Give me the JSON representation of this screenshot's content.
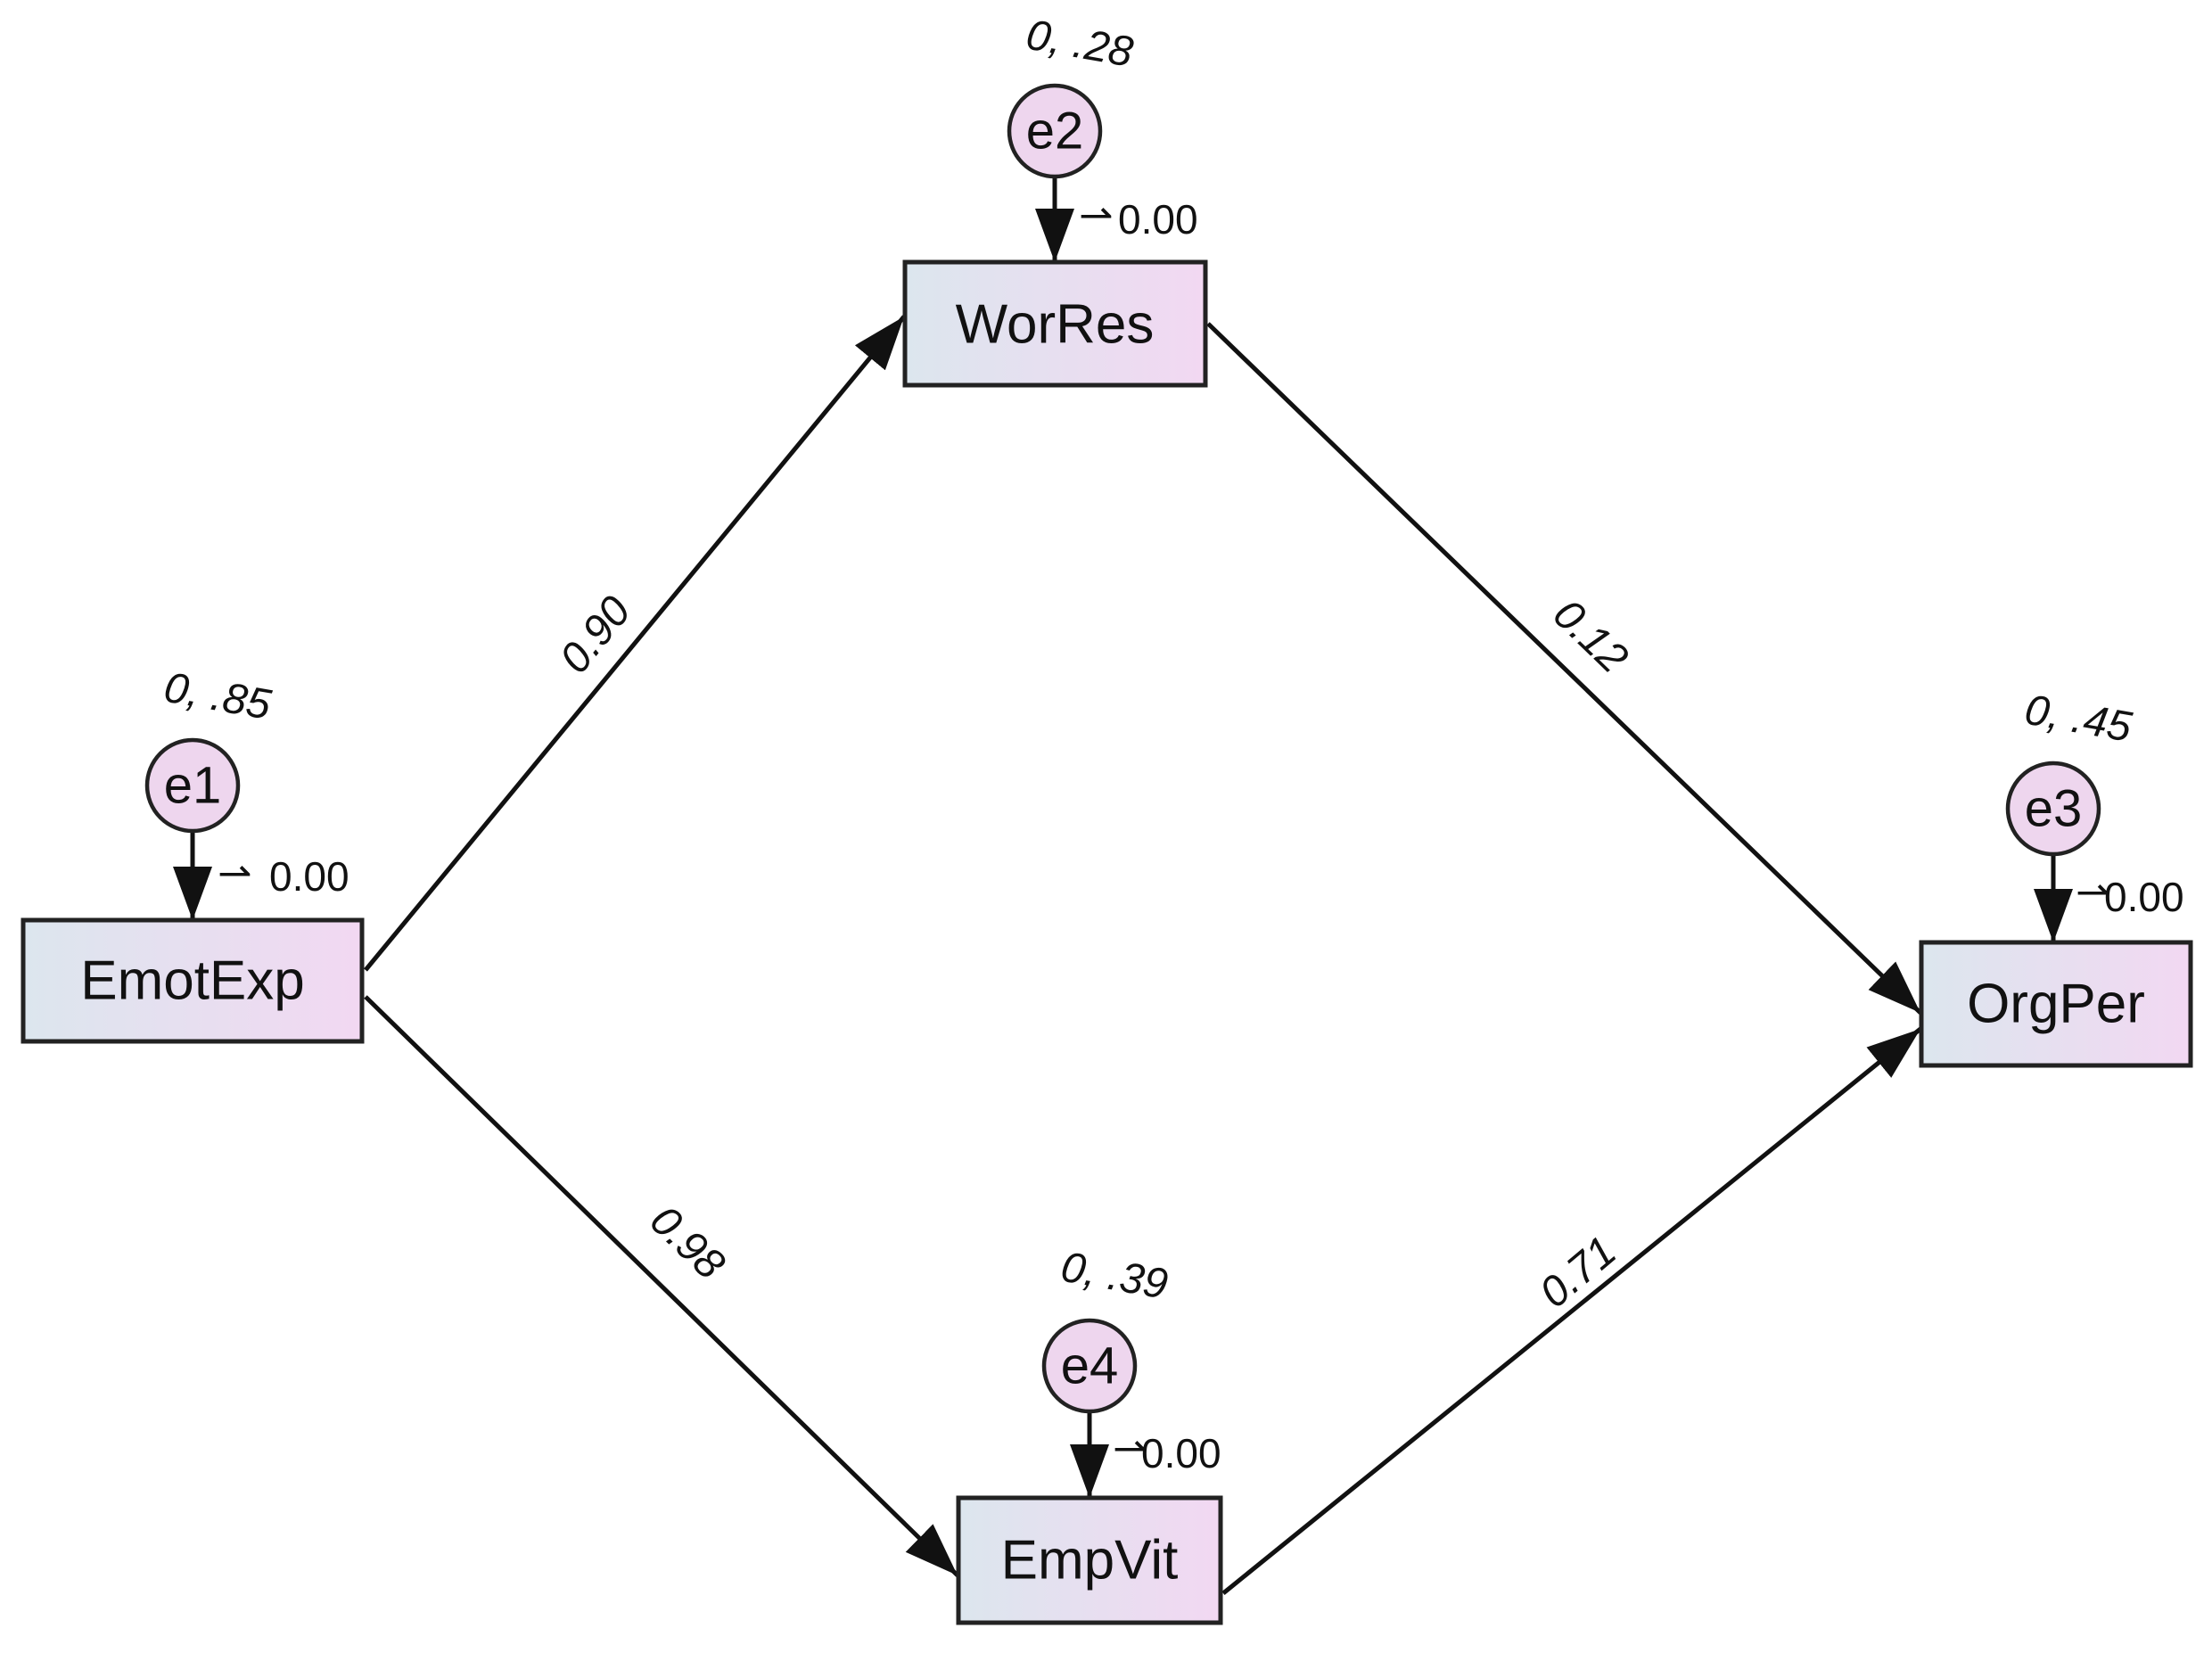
{
  "colors": {
    "box_fill_left": "#dce6ee",
    "box_fill_right": "#f2d8f2",
    "circle_fill": "#eed6ee",
    "line": "#111111"
  },
  "nodes": {
    "emotexp": "EmotExp",
    "worres": "WorRes",
    "empvit": "EmpVit",
    "orgper": "OrgPer"
  },
  "errors": {
    "e1": {
      "label": "e1",
      "variance": "0, .85",
      "intercept": "0.00"
    },
    "e2": {
      "label": "e2",
      "variance": "0, .28",
      "intercept": "0.00"
    },
    "e3": {
      "label": "e3",
      "variance": "0, .45",
      "intercept": "0.00"
    },
    "e4": {
      "label": "e4",
      "variance": "0, .39",
      "intercept": "0.00"
    }
  },
  "paths": {
    "emotexp_worres": "0.90",
    "emotexp_empvit": "0.98",
    "worres_orgper": "0.12",
    "empvit_orgper": "0.71"
  }
}
